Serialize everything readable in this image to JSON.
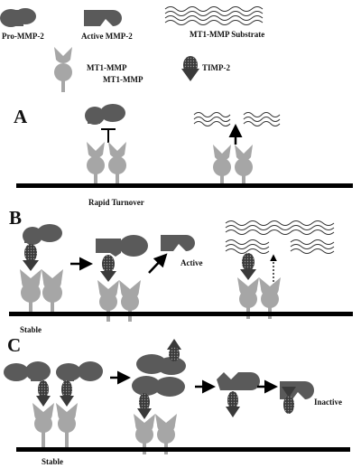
{
  "legend": {
    "pro_mmp2": "Pro-MMP-2",
    "active_mmp2": "Active MMP-2",
    "mt1_substrate": "MT1-MMP Substrate",
    "mt1_mmp_1": "MT1-MMP",
    "mt1_mmp_2": "MT1-MMP",
    "timp2": "TIMP-2"
  },
  "panels": {
    "a": {
      "letter": "A",
      "rapid_turnover": "Rapid Turnover"
    },
    "b": {
      "letter": "B",
      "stable": "Stable",
      "active": "Active"
    },
    "c": {
      "letter": "C",
      "stable": "Stable",
      "inactive": "Inactive"
    }
  },
  "colors": {
    "mmp": "#5a5a5a",
    "mt1": "#a6a6a6",
    "timp": "#3a3a3a",
    "membrane": "#000000"
  }
}
